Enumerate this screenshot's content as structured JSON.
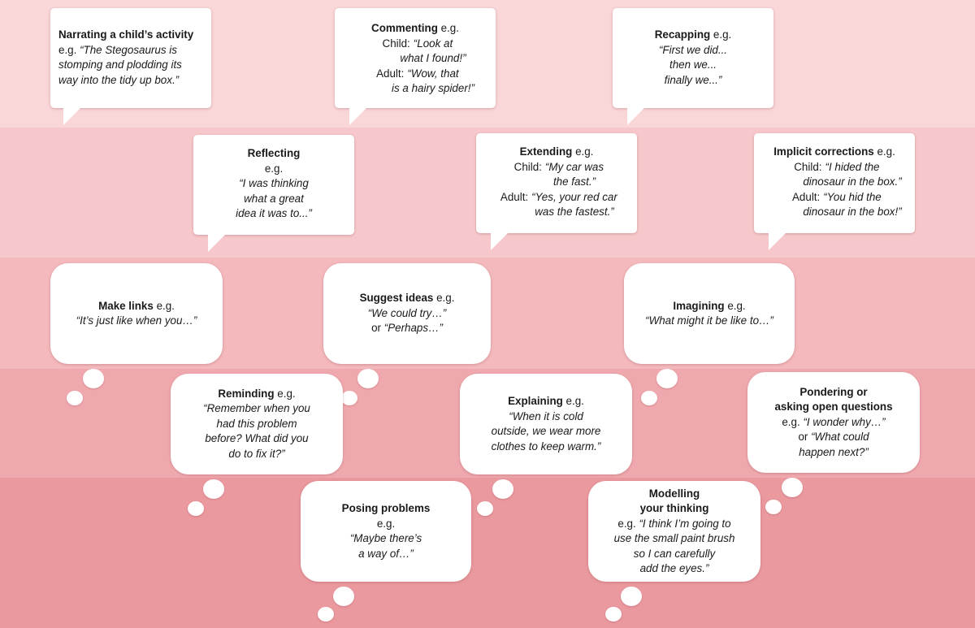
{
  "eg": "e.g.",
  "child": "Child:",
  "adult": "Adult:",
  "narrating": {
    "title": "Narrating a child’s activity",
    "l1": "“The Stegosaurus is",
    "l2": "stomping and plodding its",
    "l3": "way into the tidy up box.”"
  },
  "commenting": {
    "title": "Commenting",
    "c1": "“Look at",
    "c2": "what I found!”",
    "a1": "“Wow, that",
    "a2": "is a hairy spider!”"
  },
  "recapping": {
    "title": "Recapping",
    "l1": "“First we did...",
    "l2": "then we...",
    "l3": "finally we...”"
  },
  "reflecting": {
    "title": "Reflecting",
    "l1": "“I was thinking",
    "l2": "what a great",
    "l3": "idea it was to...”"
  },
  "extending": {
    "title": "Extending",
    "c1": "“My car was",
    "c2": "the fast.”",
    "a1": "“Yes, your red car",
    "a2": "was the fastest.”"
  },
  "implicit": {
    "title": "Implicit corrections",
    "c1": "“I hided the",
    "c2": "dinosaur in the box.”",
    "a1": "“You hid the",
    "a2": "dinosaur in the box!”"
  },
  "make_links": {
    "title": "Make links",
    "l1": "“It’s just like when you…”"
  },
  "suggest": {
    "title": "Suggest ideas",
    "l1": "“We could try…”",
    "l2_prefix": "or",
    "l2": "“Perhaps…”"
  },
  "imagining": {
    "title": "Imagining",
    "l1": "“What might it be like to…”"
  },
  "reminding": {
    "title": "Reminding",
    "l1": "“Remember when you",
    "l2": "had this problem",
    "l3": "before? What did you",
    "l4": "do to fix it?”"
  },
  "explaining": {
    "title": "Explaining",
    "l1": "“When it is cold",
    "l2": "outside, we wear more",
    "l3": "clothes to keep warm.”"
  },
  "pondering": {
    "title1": "Pondering or",
    "title2": "asking open questions",
    "l1": "“I wonder why…”",
    "l2_prefix": "or",
    "l2": "“What could",
    "l3": "happen next?”"
  },
  "posing": {
    "title": "Posing problems",
    "l1": "“Maybe there’s",
    "l2": "a way of…”"
  },
  "modelling": {
    "title1": "Modelling",
    "title2": "your thinking",
    "l1": "“I think I’m going to",
    "l2": "use the small paint brush",
    "l3": "so I can carefully",
    "l4": "add the eyes.”"
  }
}
